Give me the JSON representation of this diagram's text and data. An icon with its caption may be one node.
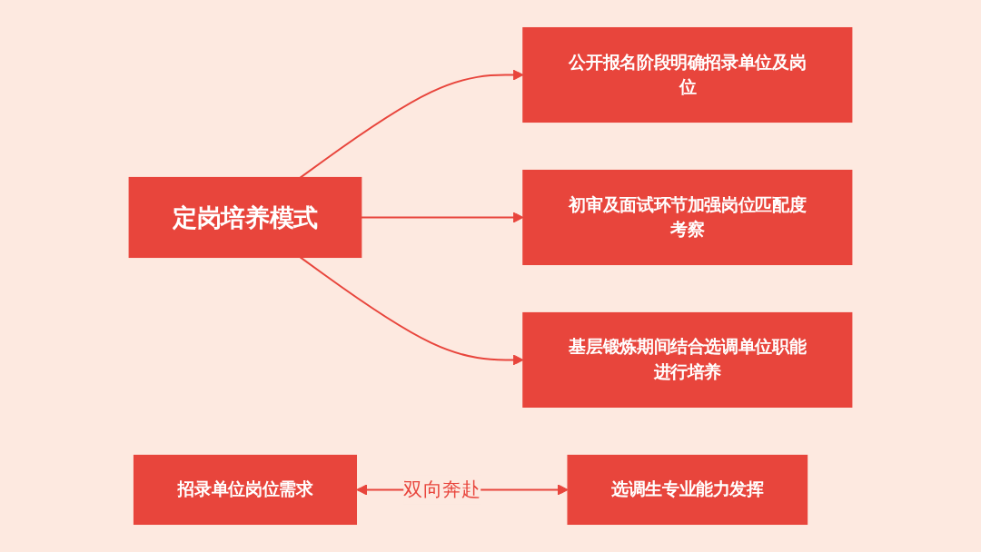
{
  "diagram": {
    "nodes": [
      {
        "text": [
          "定岗培养模式"
        ]
      },
      {
        "text": [
          "公开报名阶段明确招录单位及岗位"
        ]
      },
      {
        "text": [
          "初审及面试环节加强岗位匹配度考察"
        ]
      },
      {
        "text": [
          "基层锻炼期间结合选调单位职能进行培养"
        ]
      },
      {
        "text": [
          "招录单位岗位需求"
        ]
      },
      {
        "text": [
          "选调生专业能力发挥"
        ]
      }
    ],
    "edges": [
      {
        "from": 0,
        "to": 1,
        "arrow": "to"
      },
      {
        "from": 0,
        "to": 2,
        "arrow": "to"
      },
      {
        "from": 0,
        "to": 3,
        "arrow": "to"
      },
      {
        "from": 4,
        "to": 5,
        "arrow": "both",
        "label": "双向奔赴"
      }
    ]
  }
}
